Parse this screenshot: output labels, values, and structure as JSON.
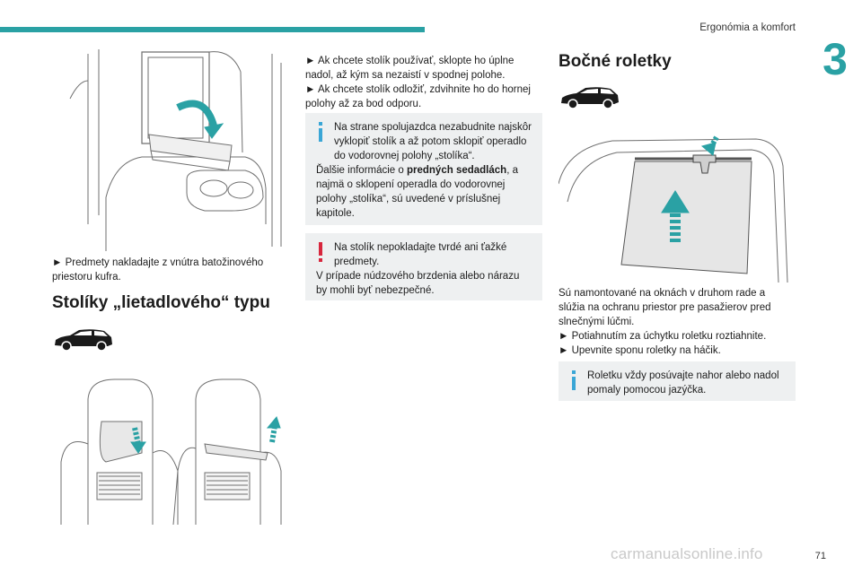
{
  "header": {
    "section_title": "Ergonómia a komfort",
    "chapter_number": "3",
    "page_number": "71"
  },
  "watermark": "carmanualsonline.info",
  "colors": {
    "accent": "#2aa1a4",
    "note_bg": "#eef0f1",
    "info_icon": "#3aa6d6",
    "warning_icon": "#d7263d"
  },
  "left": {
    "caption": "► Predmety nakladajte z vnútra batožinového priestoru kufra.",
    "heading": "Stolíky „lietadlového“ typu"
  },
  "middle": {
    "text_line1": "► Ak chcete stolík používať, sklopte ho úplne nadol, až kým sa nezaistí v spodnej polohe.",
    "text_line2": "► Ak chcete stolík odložiť, zdvihnite ho do hornej polohy až za bod odporu.",
    "info_note": {
      "icon": "info-icon",
      "part1": "Na strane spolujazdca nezabudnite najskôr vyklopiť stolík a až potom sklopiť operadlo do vodorovnej polohy „stolíka“.",
      "part2": "Ďalšie informácie o ",
      "bold": "predných sedadlách",
      "part3": ", a najmä o sklopení operadla do vodorovnej polohy „stolíka“, sú uvedené v príslušnej kapitole."
    },
    "warning_note": {
      "icon": "warning-icon",
      "part1": "Na stolík nepokladajte tvrdé ani ťažké predmety.",
      "part2": "V prípade núdzového brzdenia alebo nárazu by mohli byť nebezpečné."
    }
  },
  "right": {
    "heading": "Bočné roletky",
    "para1": "Sú namontované na oknách v druhom rade a slúžia na ochranu priestor pre pasažierov pred slnečnými lúčmi.",
    "step1": "► Potiahnutím za úchytku roletku roztiahnite.",
    "step2": "► Upevnite sponu roletky na háčik.",
    "info_note": {
      "icon": "info-icon",
      "text": "Roletku vždy posúvajte nahor alebo nadol pomaly pomocou jazýčka."
    }
  }
}
